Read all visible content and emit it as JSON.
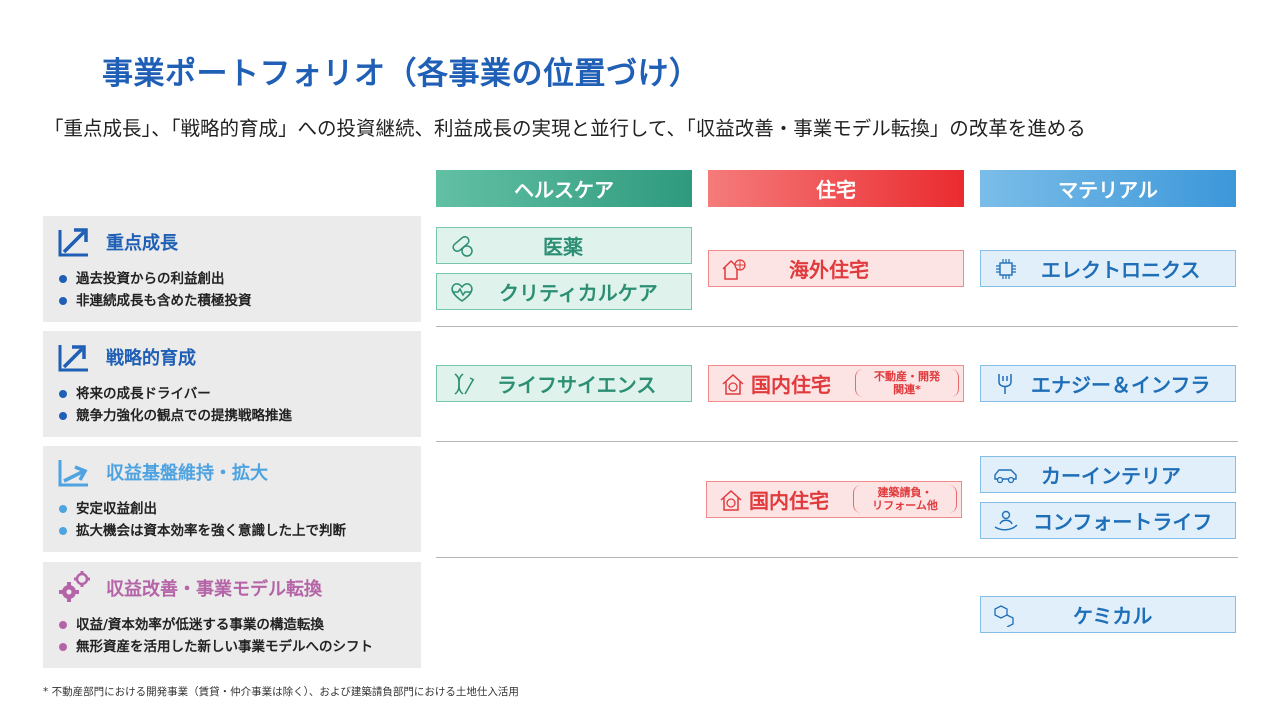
{
  "title": "事業ポートフォリオ（各事業の位置づけ）",
  "subtitle": "「重点成長」、「戦略的育成」への投資継続、利益成長の実現と並行して、「収益改善・事業モデル転換」の改革を進める",
  "columns": {
    "healthcare": {
      "label": "ヘルスケア",
      "color": "#2f9a7e"
    },
    "housing": {
      "label": "住宅",
      "color": "#ea2b2f"
    },
    "materials": {
      "label": "マテリアル",
      "color": "#3c97d9"
    }
  },
  "categories": [
    {
      "title": "重点成長",
      "color": "#1f5fb5",
      "icon": "growth-arrow-icon",
      "bullets": [
        "過去投資からの利益創出",
        "非連続成長も含めた積極投資"
      ]
    },
    {
      "title": "戦略的育成",
      "color": "#1f5fb5",
      "icon": "growth-arrow-icon",
      "bullets": [
        "将来の成長ドライバー",
        "競争力強化の観点での提携戦略推進"
      ]
    },
    {
      "title": "収益基盤維持・拡大",
      "color": "#4ea3e0",
      "icon": "growth-arrow-icon",
      "bullets": [
        "安定収益創出",
        "拡大機会は資本効率を強く意識した上で判断"
      ]
    },
    {
      "title": "収益改善・事業モデル転換",
      "color": "#b565a7",
      "icon": "gears-icon",
      "bullets": [
        "収益/資本効率が低迷する事業の構造転換",
        "無形資産を活用した新しい事業モデルへのシフト"
      ]
    }
  ],
  "businesses": {
    "pharma": {
      "label": "医薬",
      "icon": "pill-icon"
    },
    "critical_care": {
      "label": "クリティカルケア",
      "icon": "heart-pulse-icon"
    },
    "life_science": {
      "label": "ライフサイエンス",
      "icon": "dna-icon"
    },
    "overseas_housing": {
      "label": "海外住宅",
      "icon": "house-globe-icon"
    },
    "domestic_housing_1": {
      "label": "国内住宅",
      "note1": "不動産・開発",
      "note2": "関連*",
      "icon": "house-yen-icon"
    },
    "domestic_housing_2": {
      "label": "国内住宅",
      "note1": "建築請負・",
      "note2": "リフォーム他",
      "icon": "house-yen-icon"
    },
    "electronics": {
      "label": "エレクトロニクス",
      "icon": "chip-icon"
    },
    "energy": {
      "label": "エナジー＆インフラ",
      "icon": "plug-icon"
    },
    "car_interior": {
      "label": "カーインテリア",
      "icon": "car-icon"
    },
    "comfort": {
      "label": "コンフォートライフ",
      "icon": "hand-person-icon"
    },
    "chemical": {
      "label": "ケミカル",
      "icon": "molecule-icon"
    }
  },
  "footnote": "* 不動産部門における開発事業（賃貸・仲介事業は除く）、および建築請負部門における土地仕入活用"
}
